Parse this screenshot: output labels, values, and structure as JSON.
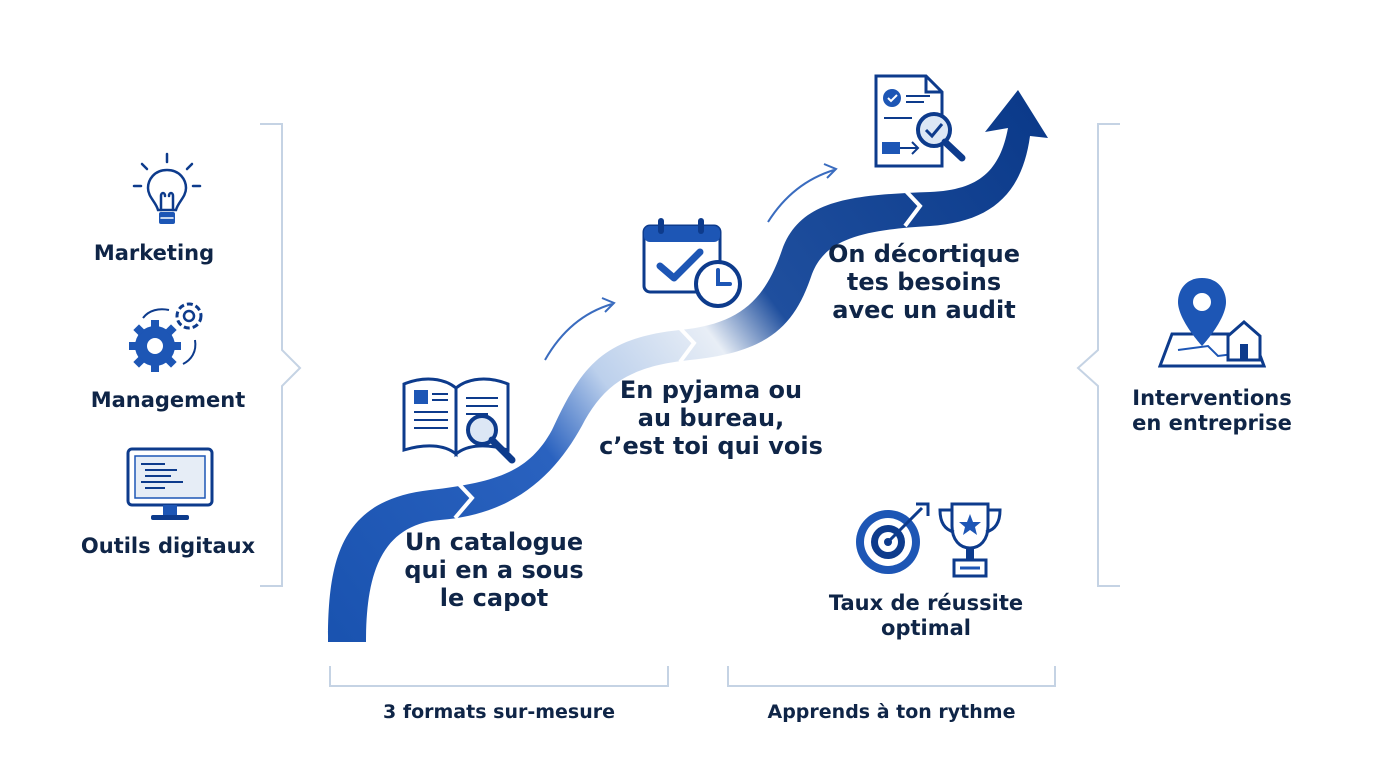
{
  "left_categories": [
    {
      "label": "Marketing",
      "icon": "lightbulb-icon"
    },
    {
      "label": "Management",
      "icon": "gears-icon"
    },
    {
      "label": "Outils digitaux",
      "icon": "monitor-code-icon"
    }
  ],
  "steps": [
    {
      "text": "Un catalogue\nqui en a sous\nle capot",
      "icon": "open-book-magnifier-icon"
    },
    {
      "text": "En pyjama ou\nau bureau,\nc’est toi qui vois",
      "icon": "calendar-clock-icon"
    },
    {
      "text": "On décortique\ntes besoins\navec un audit",
      "icon": "document-audit-icon"
    }
  ],
  "success": {
    "text": "Taux de réussite\noptimal",
    "icons": [
      "target-icon",
      "trophy-icon"
    ]
  },
  "right": {
    "text": "Interventions\nen entreprise",
    "icon": "map-pin-house-icon"
  },
  "footer": {
    "left": "3 formats sur-mesure",
    "right": "Apprends à ton rythme"
  },
  "colors": {
    "dark_blue": "#0d3b8c",
    "mid_blue": "#1d56b5",
    "light_blue": "#c9d9ef",
    "pale": "#e6edf6",
    "text": "#0f2547",
    "bracket": "#c5d3e4"
  }
}
